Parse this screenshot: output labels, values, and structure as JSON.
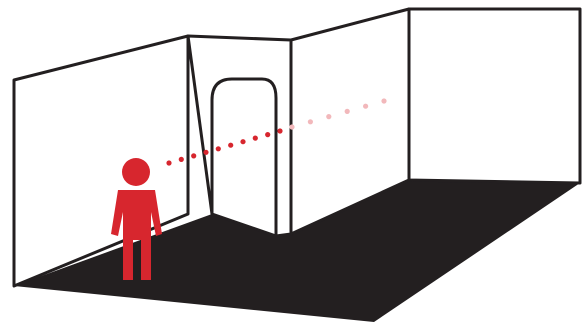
{
  "diagram": {
    "kind": "line-of-sight-illustration",
    "colors": {
      "floor": "#231f20",
      "wall_fill": "#ffffff",
      "wall_stroke": "#231f20",
      "figure": "#d7262e",
      "sightline_visible": "#d7262e",
      "sightline_occluded": "#f2b8bb"
    },
    "sightline": {
      "visible_dot_count": 10,
      "occluded_dot_count": 6
    }
  }
}
